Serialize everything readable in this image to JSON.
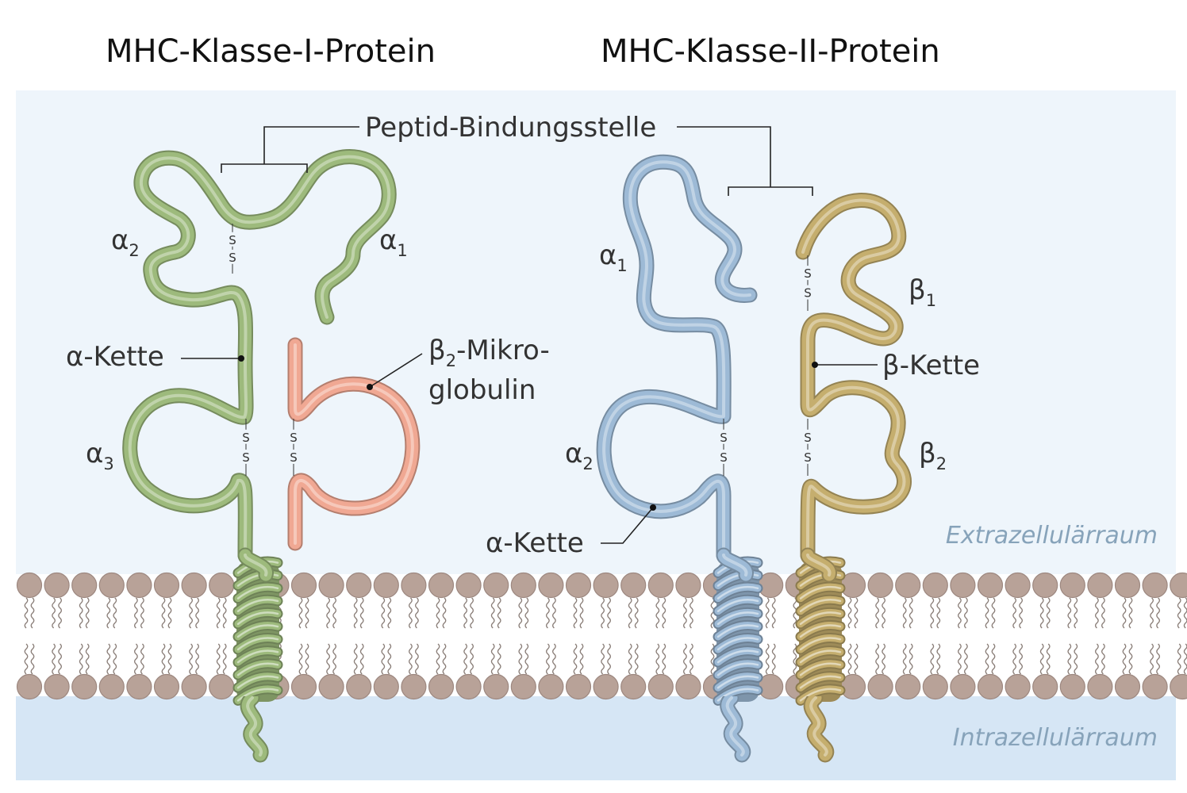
{
  "titles": {
    "class1": "MHC-Klasse-I-Protein",
    "class2": "MHC-Klasse-II-Protein"
  },
  "labels": {
    "peptide_site": "Peptid-Bindungsstelle",
    "class1": {
      "alpha": "α",
      "alpha2_sub": "2",
      "alpha1_sub": "1",
      "alpha3_sub": "3",
      "alpha_chain": "α-Kette",
      "beta": "β",
      "beta2m_sub": "2",
      "beta2m_rest": "-Mikro-",
      "beta2m_line2": "globulin"
    },
    "class2": {
      "alpha": "α",
      "alpha1_sub": "1",
      "alpha2_sub": "2",
      "alpha_chain": "α-Kette",
      "beta": "β",
      "beta1_sub": "1",
      "beta2_sub": "2",
      "beta_chain": "β-Kette"
    },
    "extracellular": "Extrazellulärraum",
    "intracellular": "Intrazellulärraum",
    "disulfide": "S"
  },
  "colors": {
    "extracellular_bg": "#eef5fb",
    "intracellular_bg": "#d6e6f5",
    "lipid_head": "#b8a298",
    "class1_alpha_chain": "#9dba7c",
    "beta2_microglobulin": "#f0a893",
    "class2_alpha_chain": "#9dbad6",
    "class2_beta_chain": "#c5ae6e",
    "space_label": "#87a3ba"
  }
}
